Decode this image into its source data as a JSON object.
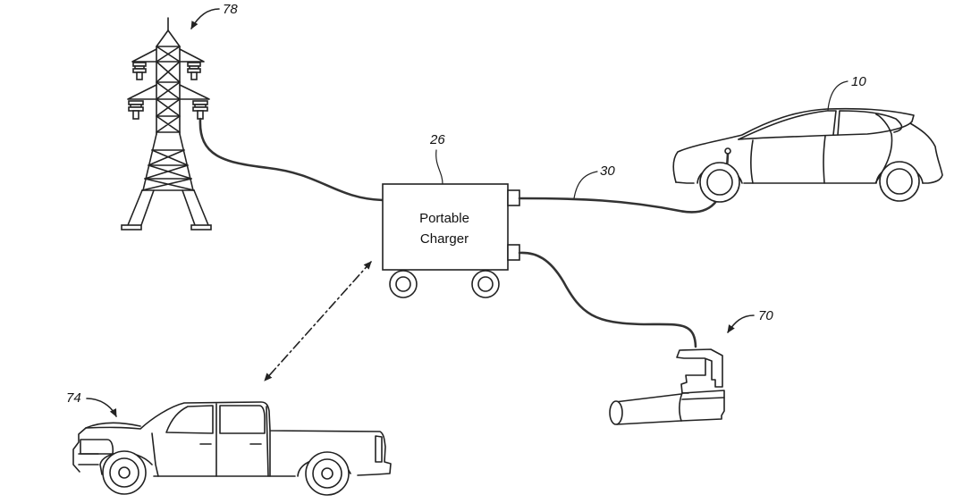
{
  "diagram": {
    "type": "patent-figure",
    "components": {
      "power_tower": {
        "ref": "78",
        "description": "Electrical transmission tower (grid source)"
      },
      "portable_charger": {
        "ref": "26",
        "label_line1": "Portable",
        "label_line2": "Charger"
      },
      "charging_cable": {
        "ref": "30"
      },
      "electric_car": {
        "ref": "10",
        "description": "Hatchback electric vehicle"
      },
      "power_tool": {
        "ref": "70",
        "description": "Handheld leaf blower"
      },
      "pickup_truck": {
        "ref": "74",
        "description": "Pickup truck (wireless link)"
      }
    },
    "connections": [
      {
        "from": "power_tower",
        "to": "portable_charger",
        "style": "solid-cable"
      },
      {
        "from": "portable_charger",
        "to": "electric_car",
        "style": "solid-cable"
      },
      {
        "from": "portable_charger",
        "to": "power_tool",
        "style": "solid-cable"
      },
      {
        "from": "portable_charger",
        "to": "pickup_truck",
        "style": "dash-dot-bidirectional"
      }
    ]
  }
}
